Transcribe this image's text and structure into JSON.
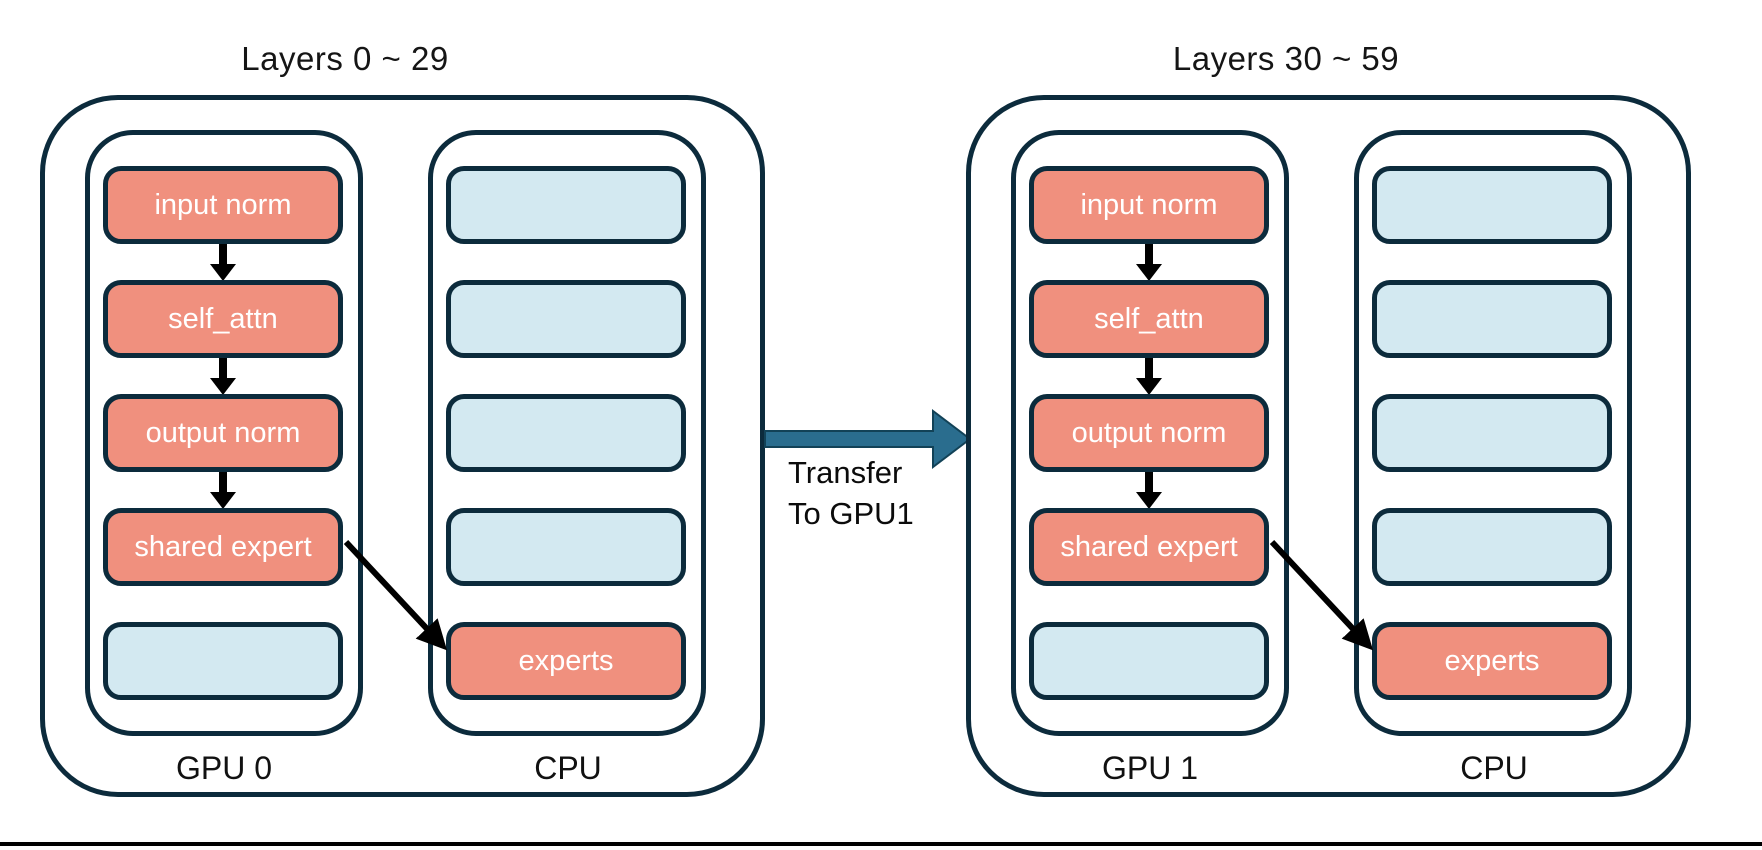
{
  "colors": {
    "box_border": "#0C2B3C",
    "active_box_fill": "#F0907E",
    "empty_box_fill": "#D3E9F1",
    "active_box_text": "#ffffff",
    "transfer_arrow_fill": "#2A6D8E",
    "flow_arrow": "#000000",
    "bottom_rule": "#000000"
  },
  "transfer": {
    "line1": "Transfer",
    "line2": "To GPU1"
  },
  "diagrams": [
    {
      "title": "Layers 0 ~ 29",
      "gpu": {
        "label": "GPU 0",
        "slots": [
          {
            "label": "input norm",
            "type": "active"
          },
          {
            "label": "self_attn",
            "type": "active"
          },
          {
            "label": "output norm",
            "type": "active"
          },
          {
            "label": "shared expert",
            "type": "active"
          },
          {
            "label": "",
            "type": "empty"
          }
        ]
      },
      "cpu": {
        "label": "CPU",
        "slots": [
          {
            "label": "",
            "type": "empty"
          },
          {
            "label": "",
            "type": "empty"
          },
          {
            "label": "",
            "type": "empty"
          },
          {
            "label": "",
            "type": "empty"
          },
          {
            "label": "experts",
            "type": "active"
          }
        ]
      },
      "offload_arrow": {
        "from": "shared expert",
        "to": "experts"
      }
    },
    {
      "title": "Layers 30 ~ 59",
      "gpu": {
        "label": "GPU 1",
        "slots": [
          {
            "label": "input norm",
            "type": "active"
          },
          {
            "label": "self_attn",
            "type": "active"
          },
          {
            "label": "output norm",
            "type": "active"
          },
          {
            "label": "shared expert",
            "type": "active"
          },
          {
            "label": "",
            "type": "empty"
          }
        ]
      },
      "cpu": {
        "label": "CPU",
        "slots": [
          {
            "label": "",
            "type": "empty"
          },
          {
            "label": "",
            "type": "empty"
          },
          {
            "label": "",
            "type": "empty"
          },
          {
            "label": "",
            "type": "empty"
          },
          {
            "label": "experts",
            "type": "active"
          }
        ]
      },
      "offload_arrow": {
        "from": "shared expert",
        "to": "experts"
      }
    }
  ]
}
